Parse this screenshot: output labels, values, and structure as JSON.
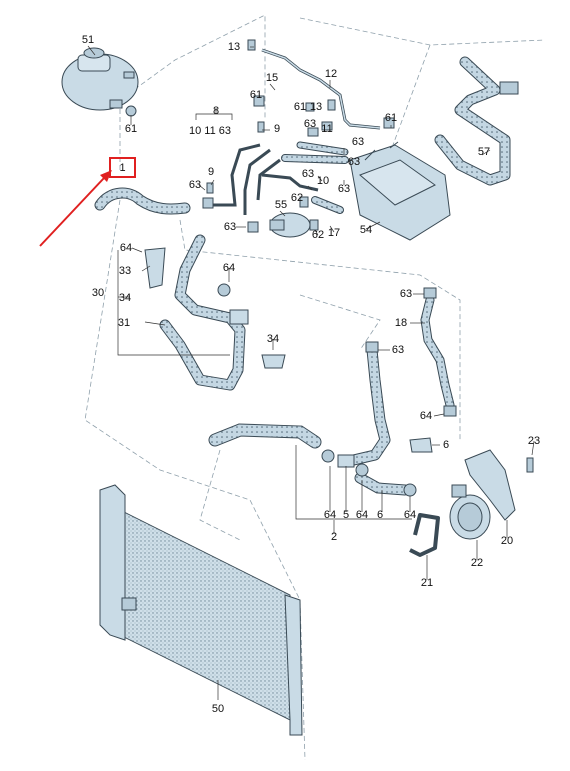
{
  "diagram": {
    "highlight_color": "#e02020",
    "part_fill": "#c9dbe6",
    "part_stroke": "#3a4a55",
    "highlighted_part": "1",
    "labels": {
      "p51": "51",
      "p61a": "61",
      "p13a": "13",
      "p15": "15",
      "p12": "12",
      "p61b": "61",
      "p61c": "61",
      "p13b": "13",
      "p61d": "61",
      "p11": "11",
      "p8": "8",
      "p10_11_63": "10 11 63",
      "p9a": "9",
      "p63a": "63",
      "p63b": "63",
      "p57": "57",
      "p1": "1",
      "p63c": "63",
      "p9b": "9",
      "p63d": "63",
      "p63e": "63",
      "p10": "10",
      "p62a": "62",
      "p63f": "63",
      "p55": "55",
      "p62b": "62",
      "p17": "17",
      "p54": "54",
      "p63g": "63",
      "p64a": "64",
      "p33": "33",
      "p30": "30",
      "p34a": "34",
      "p64b": "64",
      "p31": "31",
      "p34b": "34",
      "p63h": "63",
      "p18": "18",
      "p63i": "63",
      "p64c": "64",
      "p6a": "6",
      "p23": "23",
      "p64d": "64",
      "p5": "5",
      "p64e": "64",
      "p6b": "6",
      "p64f": "64",
      "p2": "2",
      "p20": "20",
      "p22": "22",
      "p21": "21",
      "p50": "50"
    }
  }
}
